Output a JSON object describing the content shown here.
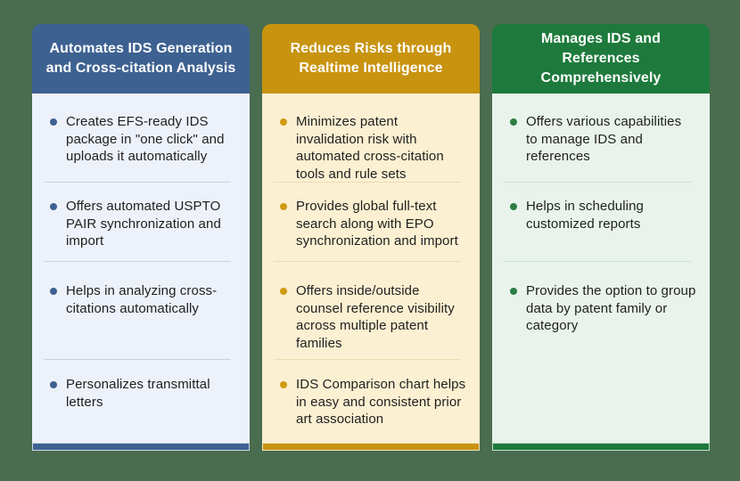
{
  "canvas": {
    "background": "#4a6c4f"
  },
  "columns": [
    {
      "id": "automates-ids-generation",
      "title_lines": [
        "Automates IDS Generation",
        "and Cross-citation Analysis"
      ],
      "colors": {
        "header": "#3d6191",
        "body": "#edf1f9",
        "bullet": "#3d6191",
        "divider": "#c7d2e2",
        "footer": "#3d6191"
      },
      "items": [
        "Creates EFS-ready IDS package in \"one click\" and uploads it automatically",
        "Offers automated USPTO PAIR synchronization and import",
        "Helps in analyzing cross-citations automatically",
        "Personalizes transmittal letters"
      ]
    },
    {
      "id": "reduces-risks",
      "title_lines": [
        "Reduces Risks through",
        "Realtime Intelligence"
      ],
      "colors": {
        "header": "#c8930f",
        "body": "#fcf0d2",
        "bullet": "#cf9a12",
        "divider": "#eadcb4",
        "footer": "#c8930f"
      },
      "items": [
        "Minimizes patent invalidation risk with automated cross-citation tools and rule sets",
        "Provides global full-text search along with EPO synchronization and import",
        "Offers inside/outside counsel reference visibility across multiple patent families",
        "IDS Comparison chart helps in easy and consistent prior art association"
      ]
    },
    {
      "id": "manages-ids-references",
      "title_lines": [
        "Manages IDS and",
        "References Comprehensively"
      ],
      "colors": {
        "header": "#1e7a3c",
        "body": "#e9f3eb",
        "bullet": "#2e7d44",
        "divider": "#cbe0d1",
        "footer": "#1e7a3c"
      },
      "items": [
        "Offers various capabilities to manage IDS and references",
        "Helps in scheduling customized reports",
        "Provides the option to group data by patent family or category"
      ]
    }
  ]
}
